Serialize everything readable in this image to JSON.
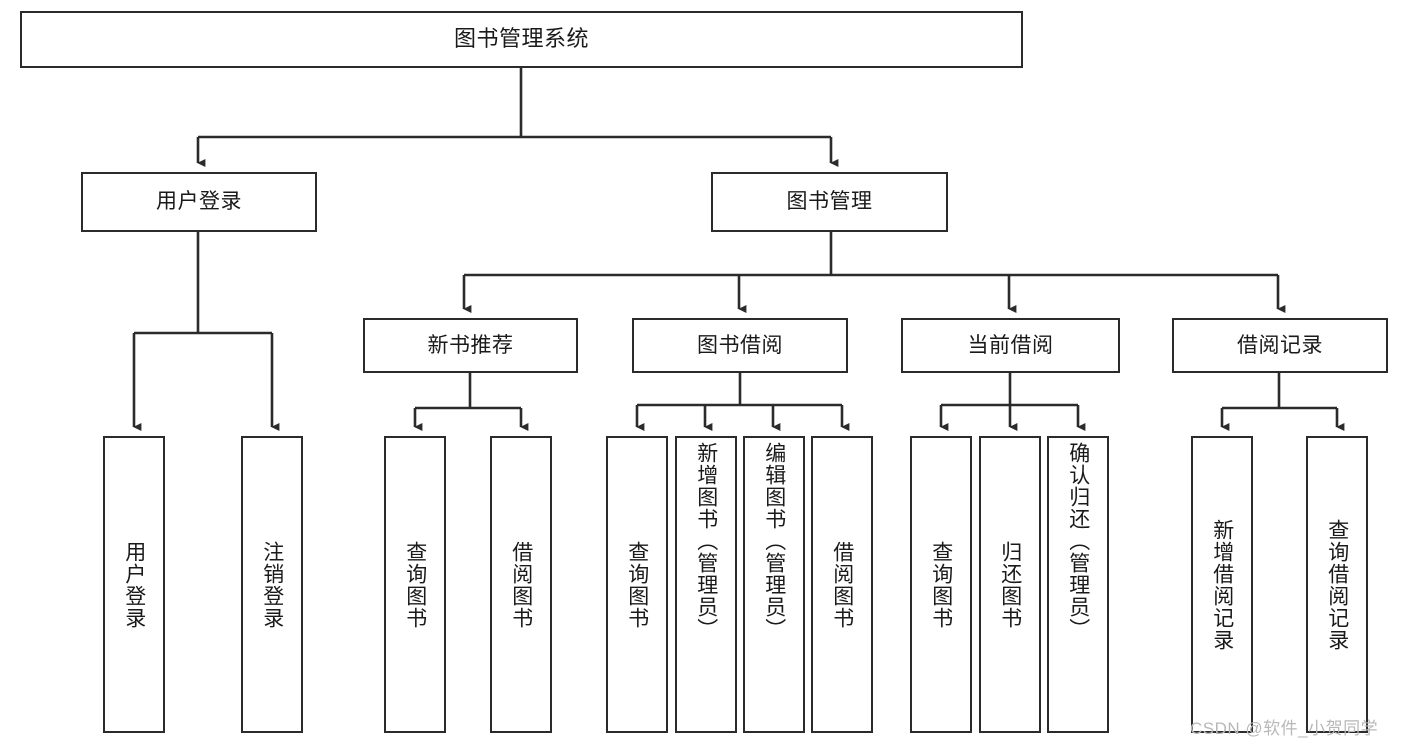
{
  "diagram": {
    "type": "tree-hierarchy-chart",
    "title": "图书管理系统",
    "colors": {
      "box_border": "#2b2b2b",
      "box_fill": "#ffffff",
      "connector": "#2b2b2b",
      "background": "#ffffff",
      "watermark": "#b8b8b8"
    },
    "nodes": {
      "root": {
        "label": "图书管理系统"
      },
      "level2": [
        {
          "id": "user-login",
          "label": "用户登录"
        },
        {
          "id": "book-management",
          "label": "图书管理"
        }
      ],
      "level3": [
        {
          "id": "new-book-recommend",
          "label": "新书推荐"
        },
        {
          "id": "book-borrow",
          "label": "图书借阅"
        },
        {
          "id": "current-borrow",
          "label": "当前借阅"
        },
        {
          "id": "borrow-record",
          "label": "借阅记录"
        }
      ],
      "leaves": {
        "user_login": [
          {
            "id": "leaf-user-login",
            "label": "用户登录"
          },
          {
            "id": "leaf-logout-login",
            "label": "注销登录"
          }
        ],
        "new_book_recommend": [
          {
            "id": "leaf-query-book-1",
            "label": "查询图书"
          },
          {
            "id": "leaf-borrow-book-1",
            "label": "借阅图书"
          }
        ],
        "book_borrow": [
          {
            "id": "leaf-query-book-2",
            "label": "查询图书"
          },
          {
            "id": "leaf-add-book",
            "label": "新增图书（管理员）"
          },
          {
            "id": "leaf-edit-book",
            "label": "编辑图书（管理员）"
          },
          {
            "id": "leaf-borrow-book-2",
            "label": "借阅图书"
          }
        ],
        "current_borrow": [
          {
            "id": "leaf-query-book-3",
            "label": "查询图书"
          },
          {
            "id": "leaf-return-book",
            "label": "归还图书"
          },
          {
            "id": "leaf-confirm-return",
            "label": "确认归还（管理员）"
          }
        ],
        "borrow_record": [
          {
            "id": "leaf-add-borrow-record",
            "label": "新增借阅记录"
          },
          {
            "id": "leaf-query-borrow-record",
            "label": "查询借阅记录"
          }
        ]
      }
    },
    "watermark": {
      "text": "CSDN @软件_小贺同学"
    }
  }
}
